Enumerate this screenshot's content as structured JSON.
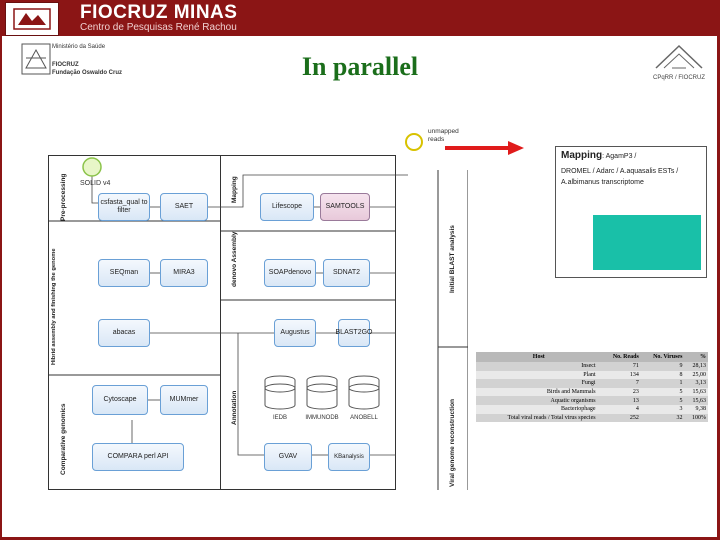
{
  "header": {
    "brand_title": "FIOCRUZ MINAS",
    "brand_subtitle": "Centro de Pesquisas René Rachou",
    "institution_lines": [
      "Ministério da Saúde",
      "FIOCRUZ",
      "Fundação Oswaldo Cruz"
    ],
    "partner_logo_text": "CPqRR / FIOCRUZ"
  },
  "slide": {
    "title": "In parallel"
  },
  "diagram": {
    "lanes": {
      "pre_processing": "Pre-processing",
      "hybrid_assembly": "Hibrid assembly and finishing the genome",
      "comparative_genomics": "Comparative genomics",
      "mapping": "Mapping",
      "denovo_assembly": "denovo Assembly",
      "annotation": "Annotation",
      "initial_blast": "Initial BLAST analysis",
      "viral_genome": "Viral genome reconstruction"
    },
    "start_label": "SOLID v4",
    "unmapped_label": "unmapped reads",
    "nodes": {
      "csfasta": "csfasta_qual to filter",
      "saet": "SAET",
      "lifescope": "Lifescope",
      "samtools": "SAMTOOLS",
      "seqman": "SEQman",
      "mira": "MIRA3",
      "soapdenovo": "SOAPdenovo",
      "sdnat": "SDNAT2",
      "abacas": "abacas",
      "augustus": "Augustus",
      "blastgo": "BLAST2GO",
      "cytoscape": "Cytoscape",
      "mummer": "MUMmer",
      "compara": "COMPARA perl API",
      "gvav": "GVAV",
      "kbanalysis": "KBanalysis"
    },
    "databases": [
      "IEDB",
      "IMMUNODB",
      "ANOBELL"
    ]
  },
  "mapping_panel": {
    "title": "Mapping",
    "title_suffix": ": AgamP3 /",
    "description": "DROMEL / Adarc / A.aquasalis ESTs / A.albimanus transcriptome",
    "highlight_color": "#19c0a8"
  },
  "host_table": {
    "headers": [
      "Host",
      "No. Reads",
      "No. Viruses",
      "%"
    ],
    "rows": [
      [
        "Insect",
        "71",
        "9",
        "28,13"
      ],
      [
        "Plant",
        "134",
        "8",
        "25,00"
      ],
      [
        "Fungi",
        "7",
        "1",
        "3,13"
      ],
      [
        "Birds and Mammals",
        "23",
        "5",
        "15,63"
      ],
      [
        "Aquatic organisms",
        "13",
        "5",
        "15,63"
      ],
      [
        "Bacteriophage",
        "4",
        "3",
        "9,38"
      ],
      [
        "Total viral reads / Total virus species",
        "252",
        "32",
        "100%"
      ]
    ]
  },
  "colors": {
    "brand": "#8b1515",
    "title": "#1b6e1b",
    "arrow": "#e01b1b"
  }
}
